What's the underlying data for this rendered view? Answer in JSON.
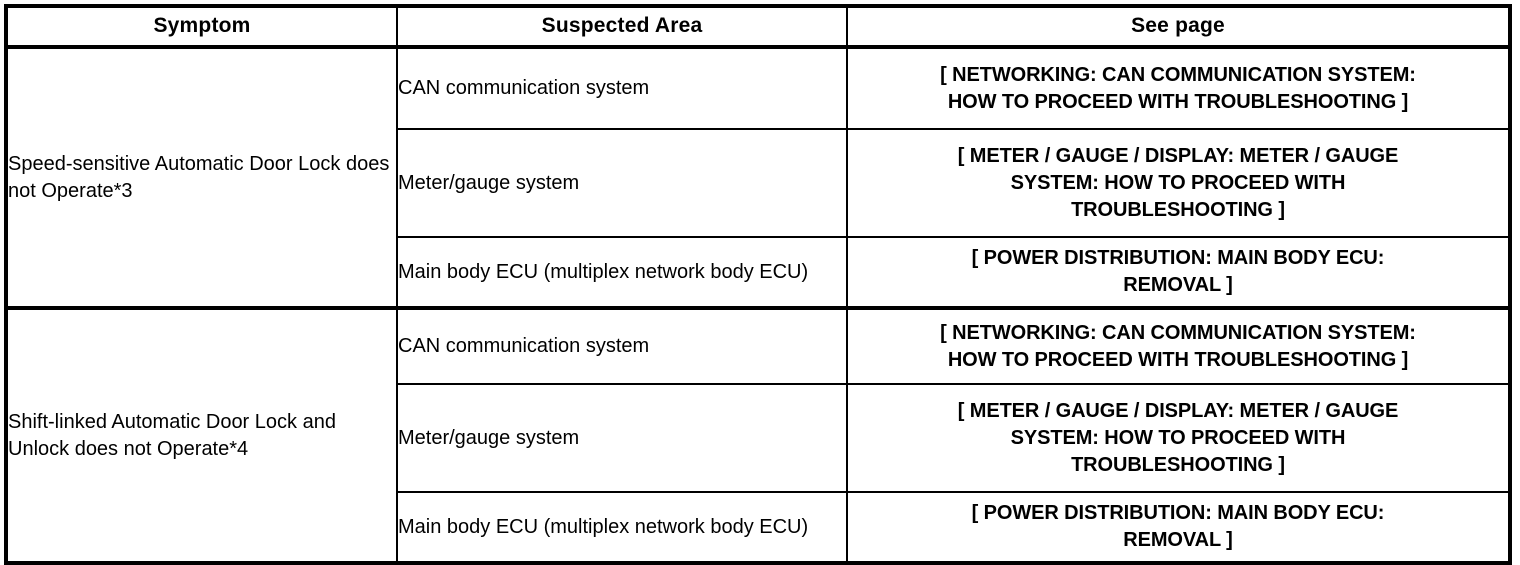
{
  "table": {
    "headers": [
      {
        "label": "Symptom"
      },
      {
        "label": "Suspected Area"
      },
      {
        "label": "See page"
      }
    ],
    "groups": [
      {
        "symptom": "Speed-sensitive Automatic Door Lock does not Operate*3",
        "rows": [
          {
            "suspected_area": "CAN communication system",
            "see_page": "[ NETWORKING: CAN COMMUNICATION SYSTEM:\nHOW TO PROCEED WITH TROUBLESHOOTING ]"
          },
          {
            "suspected_area": "Meter/gauge system",
            "see_page": "[ METER / GAUGE / DISPLAY: METER / GAUGE\nSYSTEM: HOW TO PROCEED WITH\nTROUBLESHOOTING ]"
          },
          {
            "suspected_area": "Main body ECU (multiplex network body ECU)",
            "see_page": "[ POWER DISTRIBUTION: MAIN BODY ECU:\nREMOVAL ]"
          }
        ]
      },
      {
        "symptom": "Shift-linked Automatic Door Lock and Unlock does not Operate*4",
        "rows": [
          {
            "suspected_area": "CAN communication system",
            "see_page": "[ NETWORKING: CAN COMMUNICATION SYSTEM:\nHOW TO PROCEED WITH TROUBLESHOOTING ]"
          },
          {
            "suspected_area": "Meter/gauge system",
            "see_page": "[ METER / GAUGE / DISPLAY: METER / GAUGE\nSYSTEM: HOW TO PROCEED WITH\nTROUBLESHOOTING ]"
          },
          {
            "suspected_area": "Main body ECU (multiplex network body ECU)",
            "see_page": "[ POWER DISTRIBUTION: MAIN BODY ECU:\nREMOVAL ]"
          }
        ]
      }
    ]
  },
  "colors": {
    "border": "#000000",
    "text": "#000000",
    "background": "#ffffff"
  }
}
